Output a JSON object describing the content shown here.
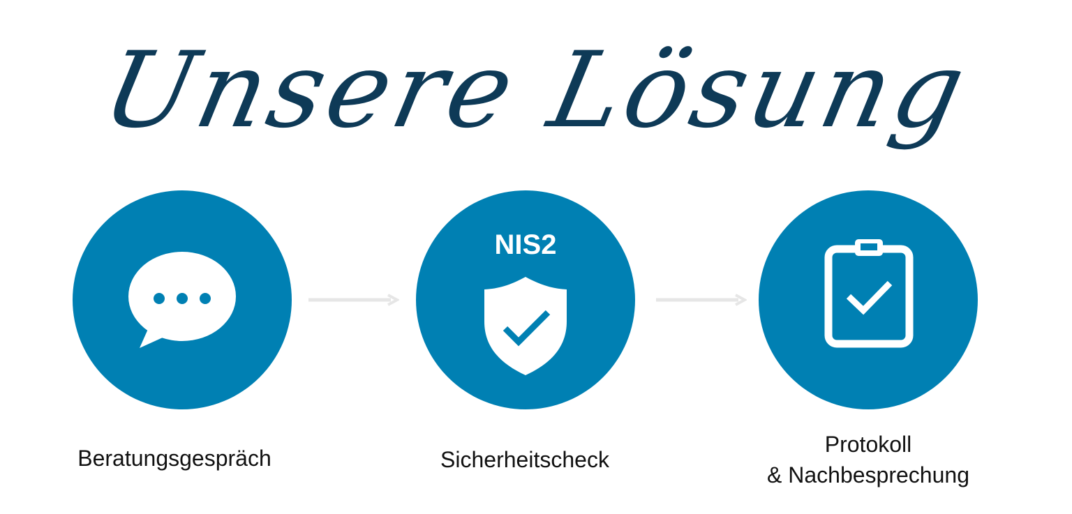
{
  "title": "Unsere Lösung",
  "colors": {
    "circle": "#0080b3",
    "title": "#0e3a57",
    "arrow": "#e6e6e6"
  },
  "steps": [
    {
      "icon": "speech-bubble-icon",
      "label": "Beratungsgespräch"
    },
    {
      "icon": "shield-check-icon",
      "badge": "NIS2",
      "label": "Sicherheitscheck"
    },
    {
      "icon": "clipboard-check-icon",
      "label_line1": "Protokoll",
      "label_line2": "& Nachbesprechung"
    }
  ]
}
